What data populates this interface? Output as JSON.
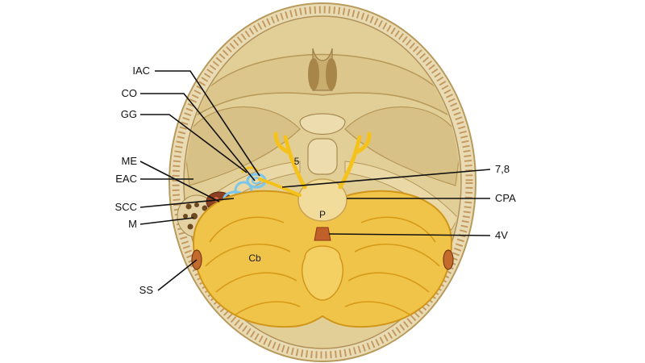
{
  "labels": {
    "left": [
      "IAC",
      "CO",
      "GG",
      "ME",
      "EAC",
      "SCC",
      "M",
      "SS"
    ],
    "right": [
      "7,8",
      "CPA",
      "4V"
    ],
    "inside": [
      "5",
      "P",
      "Cb"
    ]
  },
  "colors": {
    "bone": "#e6d5a3",
    "skull_rim": "#d8c189",
    "cerebellum": "#f0c448",
    "cerebellum_fold": "#d69a18",
    "brainstem": "#f2dc9c",
    "nerve": "#f4c21a",
    "labyrinth": "#8fd0ee",
    "mastoid": "#7b3b1e",
    "sinus": "#c26b2c"
  }
}
